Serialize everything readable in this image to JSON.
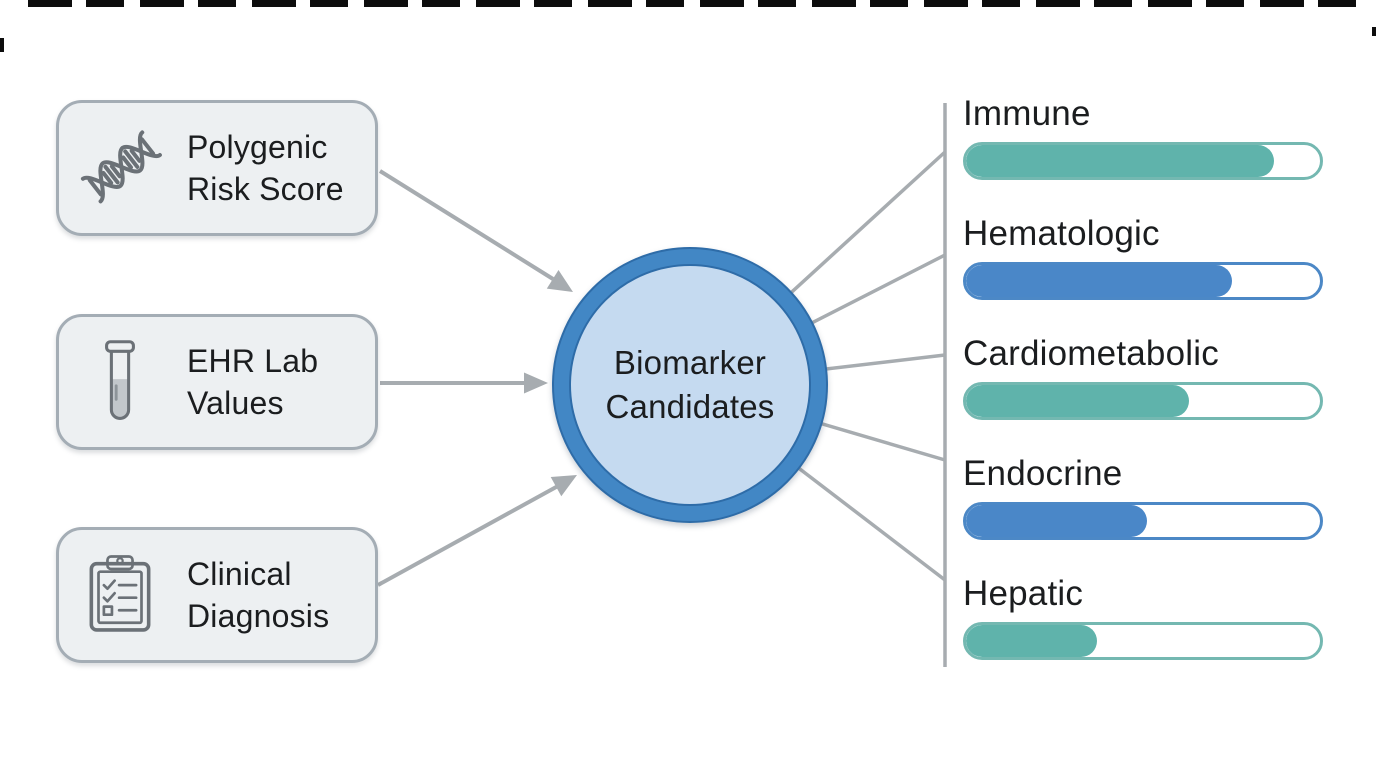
{
  "sources": [
    {
      "label": "Polygenic\nRisk Score",
      "icon": "dna-icon"
    },
    {
      "label": "EHR Lab\nValues",
      "icon": "test-tube-icon"
    },
    {
      "label": "Clinical\nDiagnosis",
      "icon": "clipboard-checklist-icon"
    }
  ],
  "hub": {
    "label": "Biomarker\nCandidates"
  },
  "categories": [
    {
      "label": "Immune",
      "fill_percent": 87,
      "color": "teal"
    },
    {
      "label": "Hematologic",
      "fill_percent": 75,
      "color": "blue"
    },
    {
      "label": "Cardiometabolic",
      "fill_percent": 63,
      "color": "teal"
    },
    {
      "label": "Endocrine",
      "fill_percent": 51,
      "color": "blue"
    },
    {
      "label": "Hepatic",
      "fill_percent": 37,
      "color": "teal"
    }
  ],
  "colors": {
    "teal": "#5FB3AB",
    "teal_outline": "#74B8B1",
    "blue": "#4A87C8",
    "blue_outline": "#4C88C6",
    "hub_ring": "#4287C5",
    "hub_ring_edge": "#2E6CA8",
    "hub_fill": "#C5DAF0",
    "connector": "#A7ACB0",
    "box_fill": "#EDF0F2",
    "box_border": "#A4ADB5",
    "icon_gray": "#6B7177",
    "text": "#1B1D1F"
  }
}
